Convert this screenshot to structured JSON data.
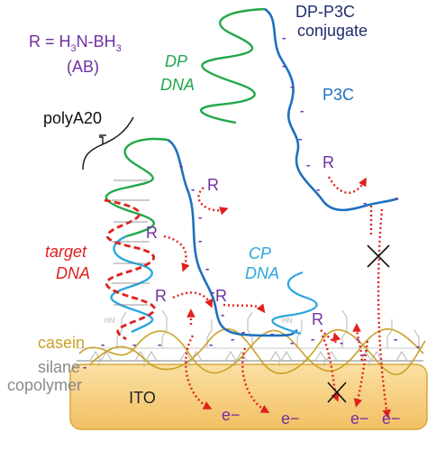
{
  "labels": {
    "r_def_prefix": "R = H",
    "r_def_n": "3",
    "r_def_mid": "N-BH",
    "r_def_b": "3",
    "ab": "(AB)",
    "dp_line1": "DP",
    "dp_line2": "DNA",
    "conj_line1": "DP-P3C",
    "conj_line2": "conjugate",
    "p3c": "P3C",
    "polya": "polyA20",
    "target_line1": "target",
    "target_line2": "DNA",
    "cp_line1": "CP",
    "cp_line2": "DNA",
    "casein": "casein",
    "silane_line1": "silane",
    "silane_line2": "copolymer",
    "ito": "ITO",
    "r": "R",
    "electron": "e−",
    "hn": "HN",
    "charge": "-"
  },
  "colors": {
    "purple": "#7030a0",
    "green": "#22a84a",
    "navy": "#1f2d6e",
    "blue": "#1f6fbf",
    "red": "#e0201e",
    "cyan": "#2aa7df",
    "gold": "#c9a227",
    "gray": "#8a8a8a",
    "ito_fill": "#f6c96a",
    "ito_stroke": "#d9a63a"
  }
}
